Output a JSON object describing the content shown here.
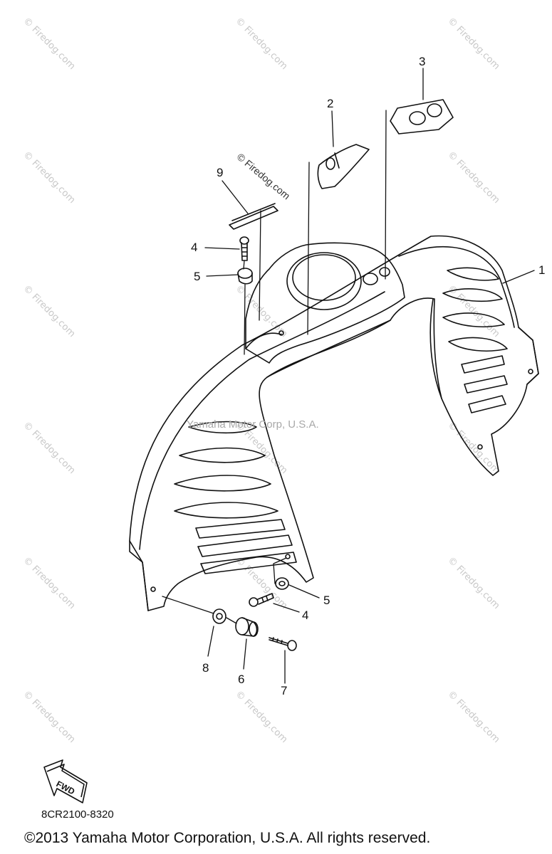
{
  "diagram": {
    "callouts": [
      "1",
      "2",
      "3",
      "4",
      "5",
      "4",
      "5",
      "6",
      "7",
      "8",
      "9"
    ],
    "fwd_label": "FWD",
    "part_code": "8CR2100-8320",
    "watermark_center": "Yamaha Motor Corp, U.S.A.",
    "watermark_diagonal": "© Firedog.com",
    "watermark_tile": "© Firedog.com",
    "copyright": "©2013 Yamaha Motor Corporation, U.S.A. All rights reserved."
  }
}
